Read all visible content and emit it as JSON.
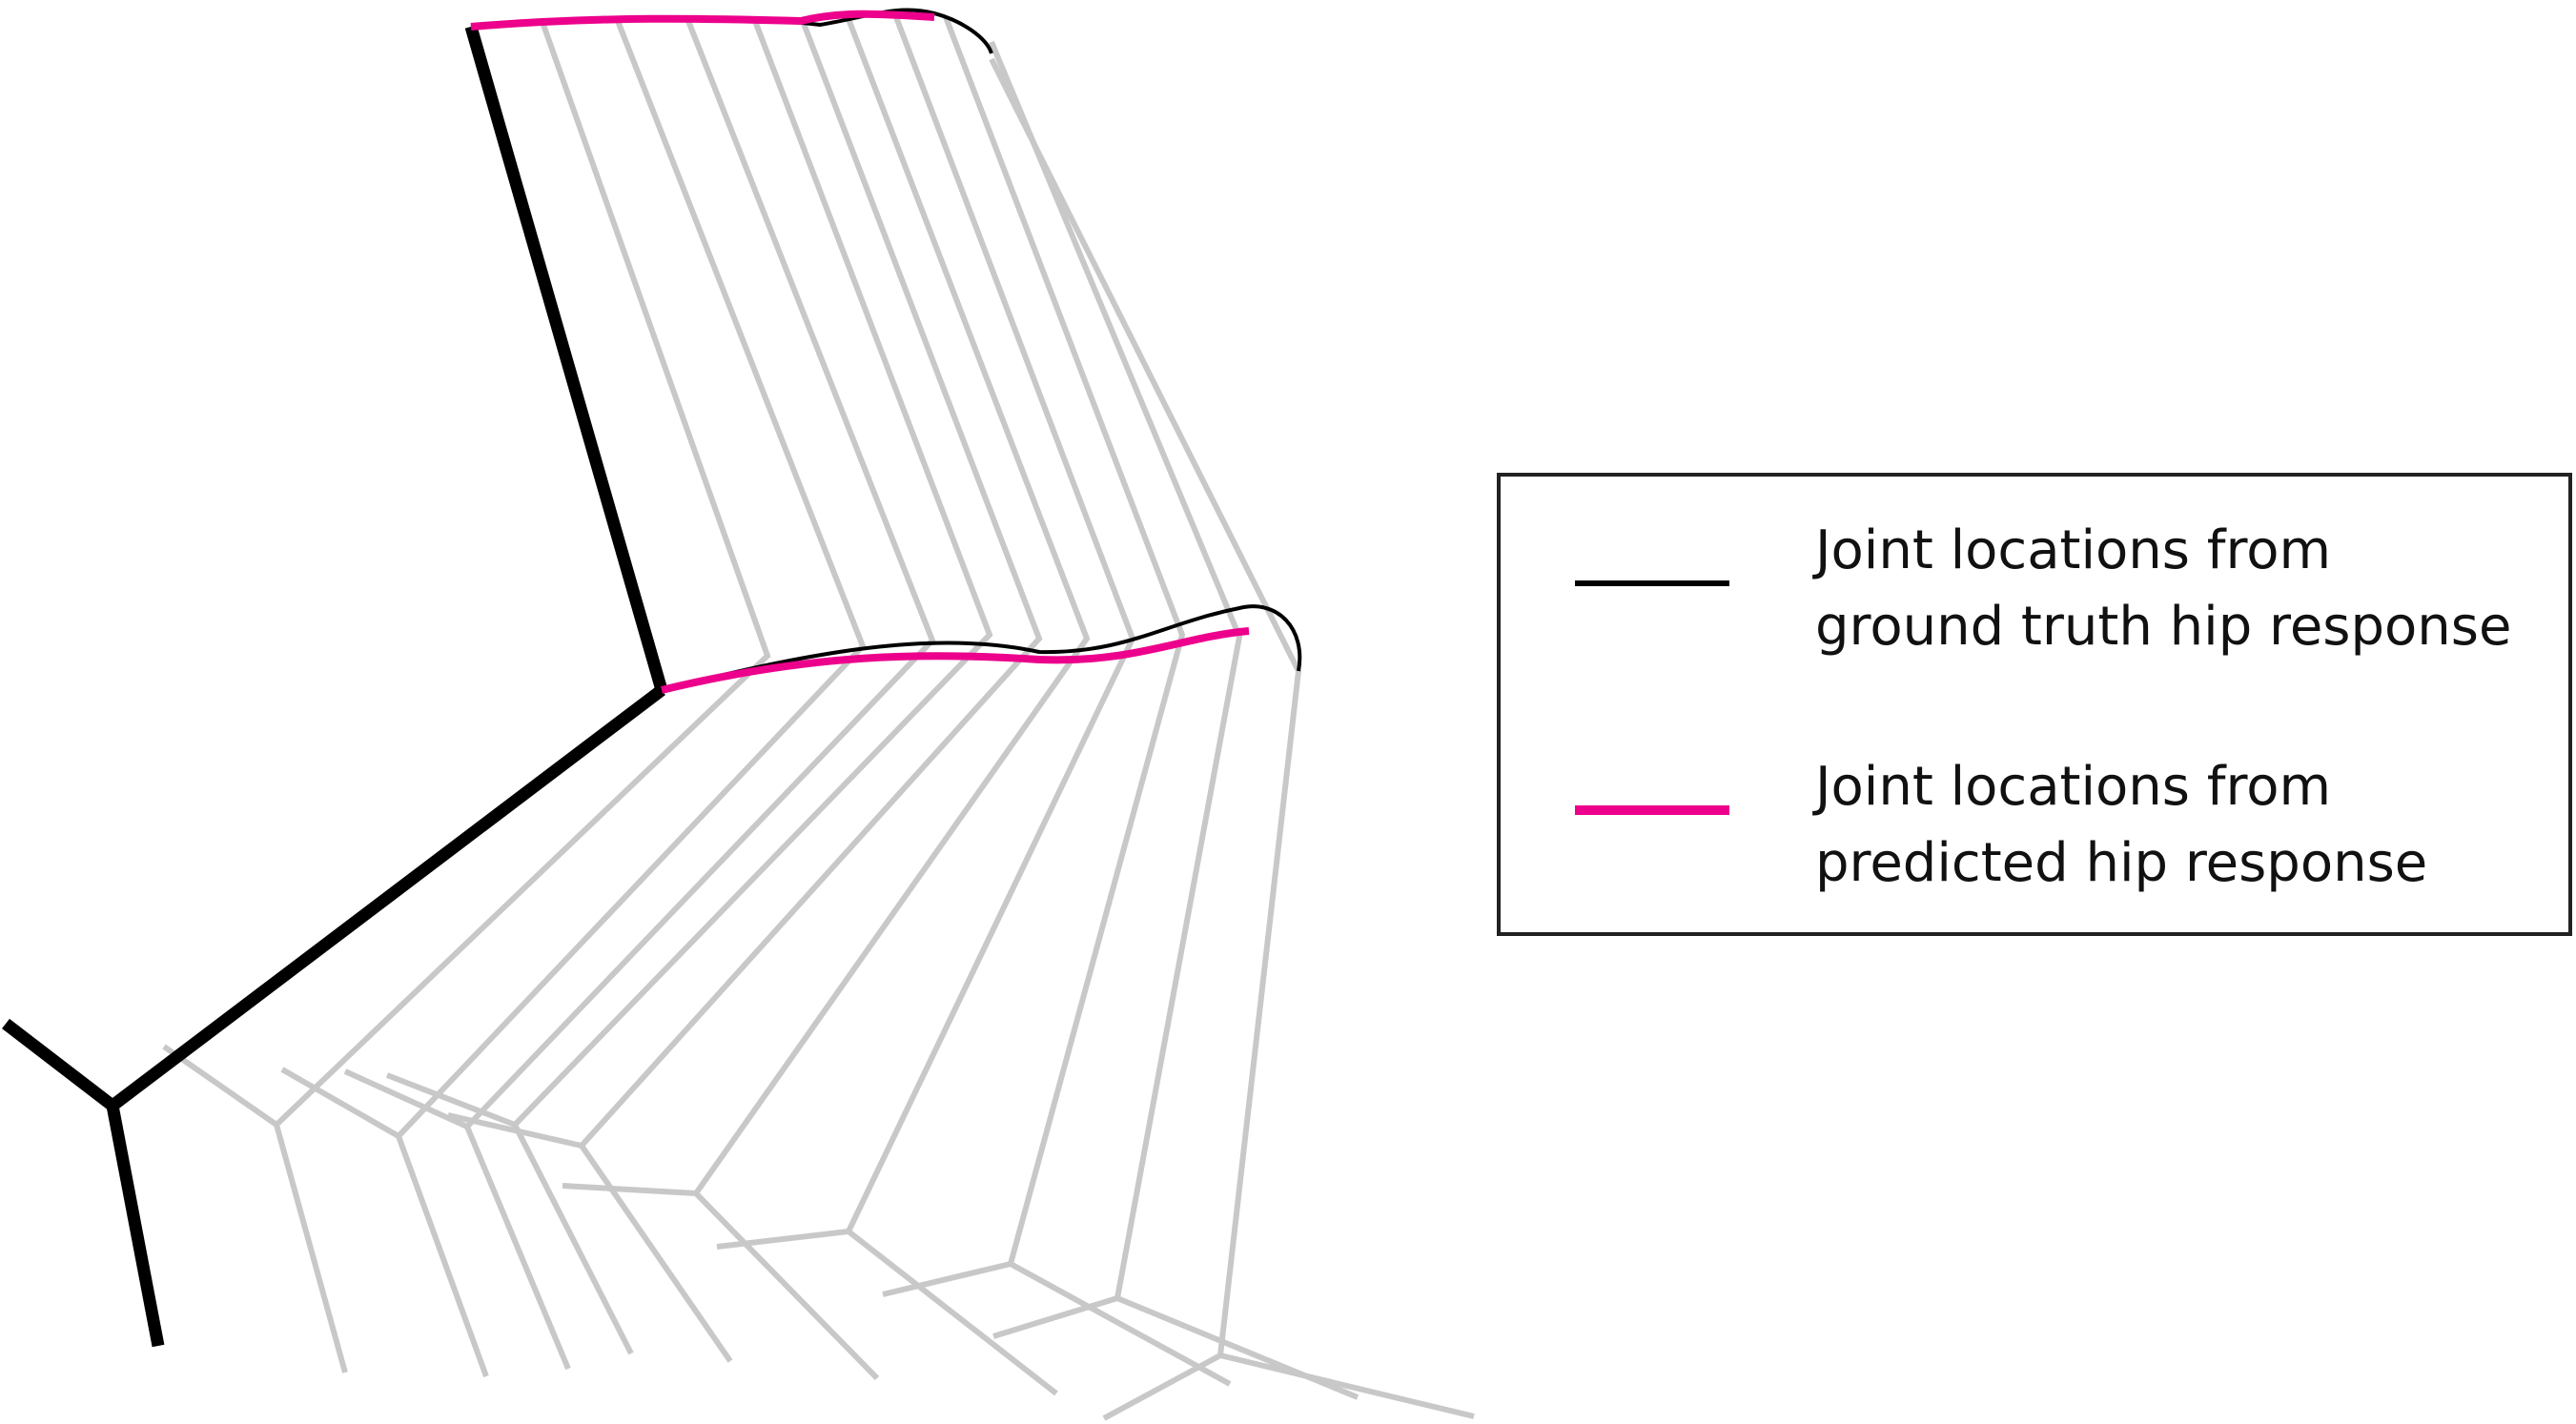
{
  "colors": {
    "ground_truth": "#000000",
    "predicted": "#ec008c",
    "ghost_frames": "#c8c8c8",
    "leg": "#000000",
    "legend_border": "#222222"
  },
  "legend": {
    "entries": [
      {
        "key": "ground_truth",
        "line1": "Joint locations from",
        "line2": "ground truth hip response"
      },
      {
        "key": "predicted",
        "line1": "Joint locations from",
        "line2": "predicted hip response"
      }
    ]
  }
}
